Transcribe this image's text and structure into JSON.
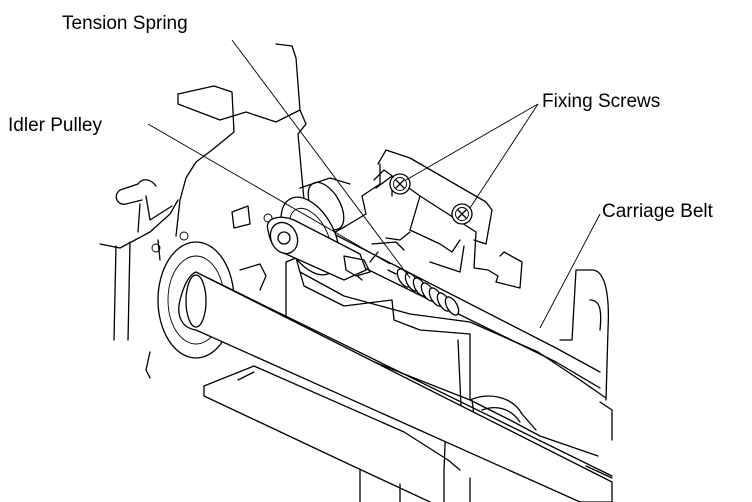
{
  "labels": {
    "tension_spring": "Tension Spring",
    "idler_pulley": "Idler Pulley",
    "fixing_screws": "Fixing Screws",
    "carriage_belt": "Carriage Belt"
  },
  "colors": {
    "line": "#000000",
    "background": "#ffffff"
  }
}
